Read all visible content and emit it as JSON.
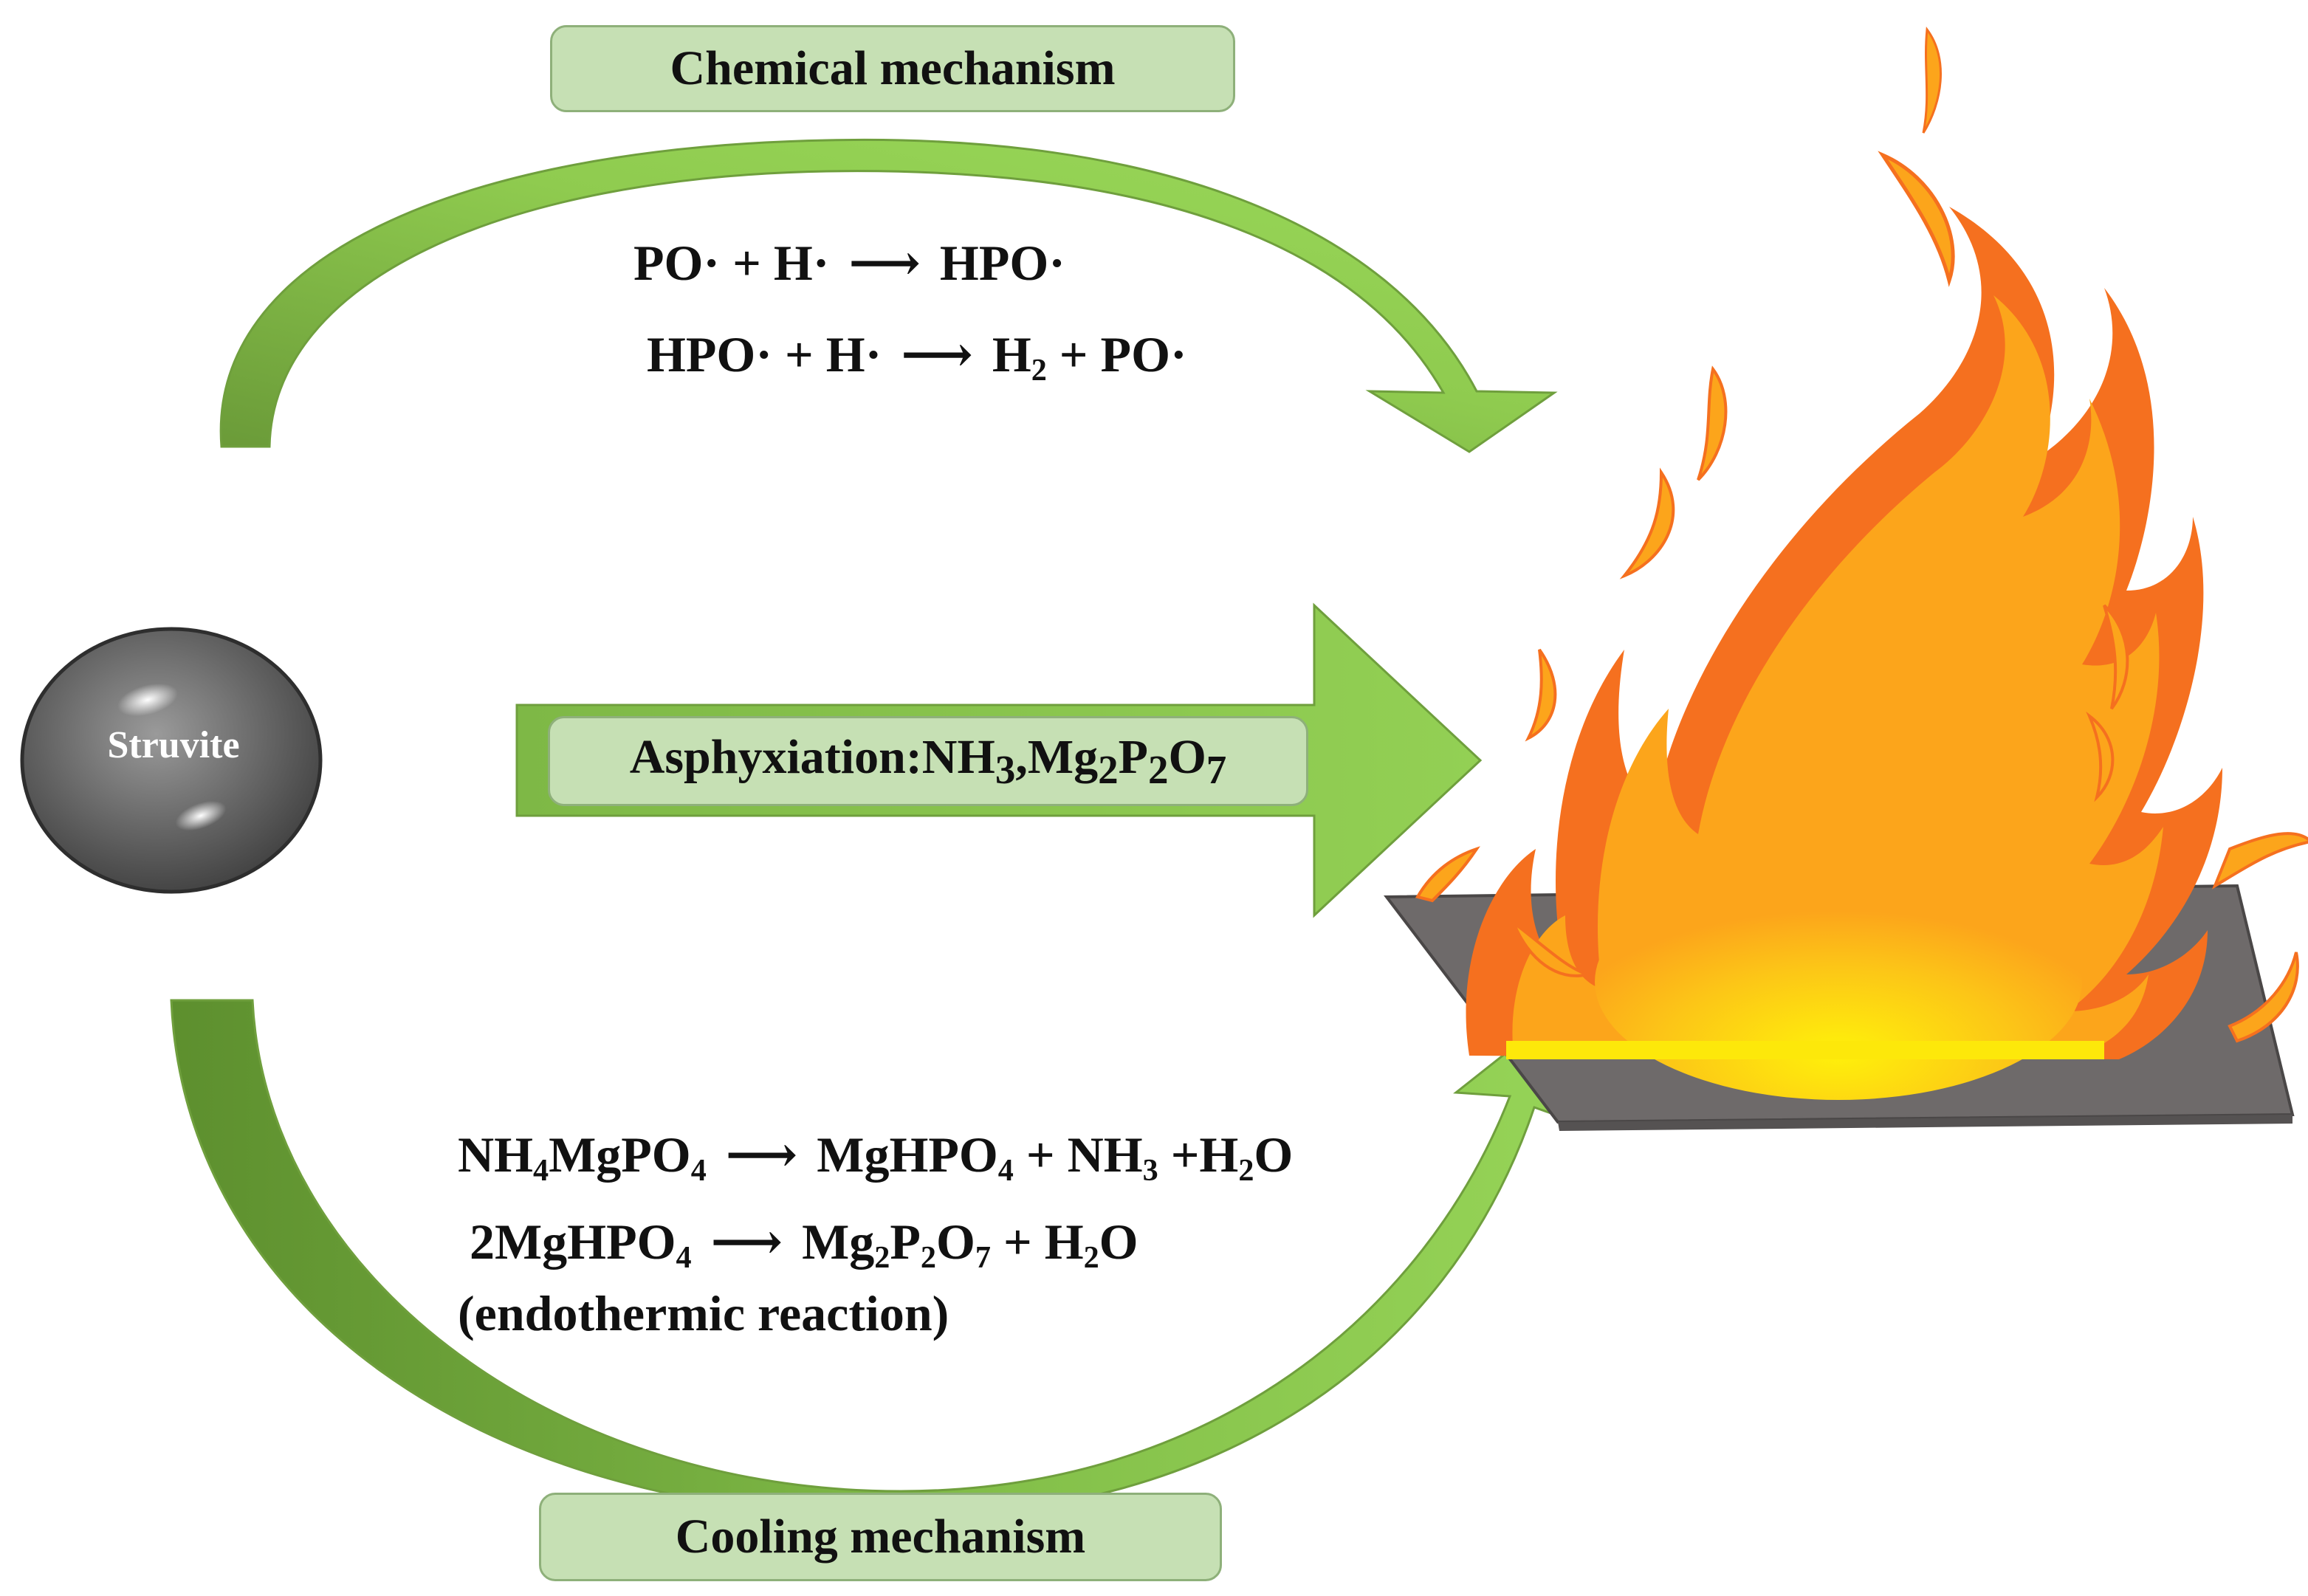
{
  "labels": {
    "chemical": "Chemical mechanism",
    "asphyxiation": "Asphyxiation:NH",
    "asphyxiation_sub1": "3",
    "asphyxiation_mid": ",Mg",
    "asphyxiation_sub2": "2",
    "asphyxiation_p": "P",
    "asphyxiation_sub3": "2",
    "asphyxiation_o": "O",
    "asphyxiation_sub4": "7",
    "cooling": "Cooling mechanism",
    "struvite": "Struvite"
  },
  "chemical_equations": {
    "eq1_left": "PO· + H·",
    "eq1_arrow": "⟶",
    "eq1_right": "HPO·",
    "eq2_left": "HPO· + H·",
    "eq2_arrow": "⟶",
    "eq2_right_a": "H",
    "eq2_right_sub": "2",
    "eq2_right_b": " + PO·"
  },
  "cooling_equations": {
    "eq1_a": "NH",
    "eq1_a_sub": "4",
    "eq1_b": "MgPO",
    "eq1_b_sub": "4",
    "eq1_arrow": "⟶",
    "eq1_c": "MgHPO",
    "eq1_c_sub": "4",
    "eq1_d": " + NH",
    "eq1_d_sub": "3",
    "eq1_e": " +H",
    "eq1_e_sub": "2",
    "eq1_f": "O",
    "eq2_a": "2MgHPO",
    "eq2_a_sub": "4",
    "eq2_arrow": "⟶",
    "eq2_b": "Mg",
    "eq2_b_sub": "2",
    "eq2_c": "P",
    "eq2_c_sub": "2",
    "eq2_d": "O",
    "eq2_d_sub": "7",
    "eq2_e": " + H",
    "eq2_e_sub": "2",
    "eq2_f": "O",
    "note": "(endothermic reaction)"
  },
  "colors": {
    "arrow_green": "#8fcb4f",
    "arrow_dark_green": "#5d8f2e",
    "label_fill": "#c6e0b4",
    "plate": "#706c6c",
    "flame_outer": "#f5701f",
    "flame_mid": "#fca51b",
    "flame_core": "#fde80a",
    "sphere": "#6b6b6b"
  }
}
